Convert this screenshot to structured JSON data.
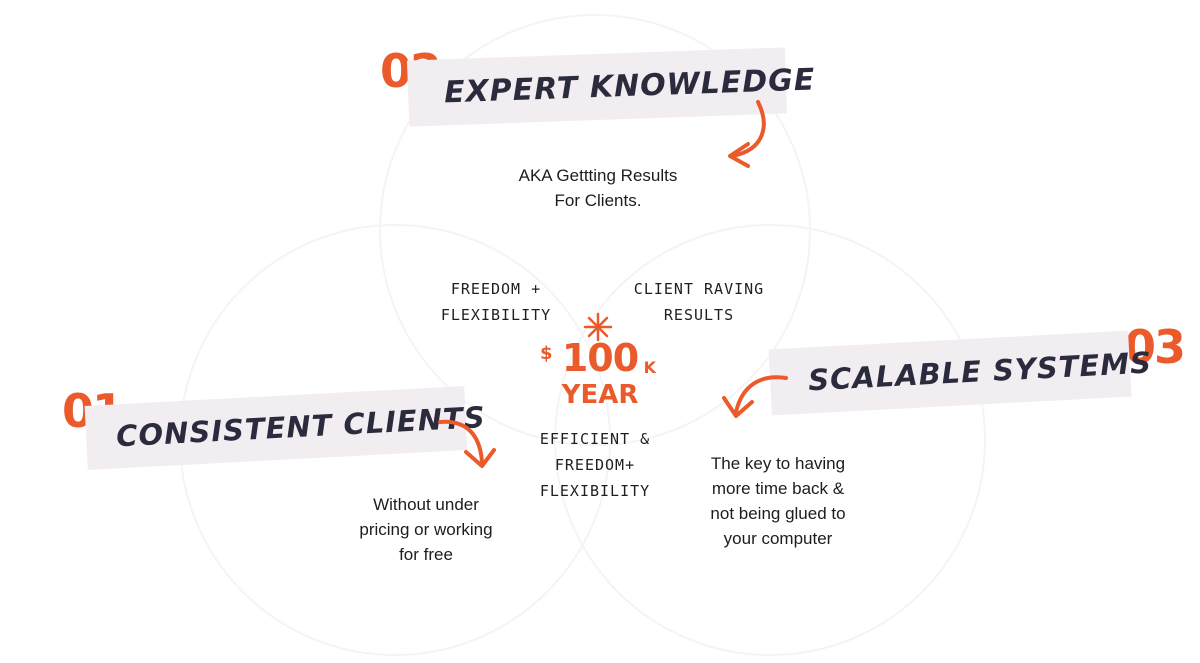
{
  "pillars": [
    {
      "number": "01",
      "title": "CONSISTENT CLIENTS",
      "description_lines": [
        "Without under",
        "pricing or working",
        "for free"
      ]
    },
    {
      "number": "02",
      "title": "EXPERT KNOWLEDGE",
      "description_lines": [
        "AKA Gettting Results",
        "For Clients."
      ]
    },
    {
      "number": "03",
      "title": "SCALABLE SYSTEMS",
      "description_lines": [
        "The key to having",
        "more time back &",
        "not being glued to",
        "your computer"
      ]
    }
  ],
  "overlaps": {
    "clients_expert": [
      "FREEDOM +",
      "FLEXIBILITY"
    ],
    "expert_systems": [
      "CLIENT RAVING",
      "RESULTS"
    ],
    "clients_systems": [
      "EFFICIENT &",
      "FREEDOM+",
      "FLEXIBILITY"
    ]
  },
  "center": {
    "dollar": "$",
    "amount": "100",
    "suffix": "K",
    "period": "YEAR"
  },
  "colors": {
    "accent": "#ea5a2b",
    "banner": "#f1edf1",
    "ink": "#2b2b3d"
  }
}
